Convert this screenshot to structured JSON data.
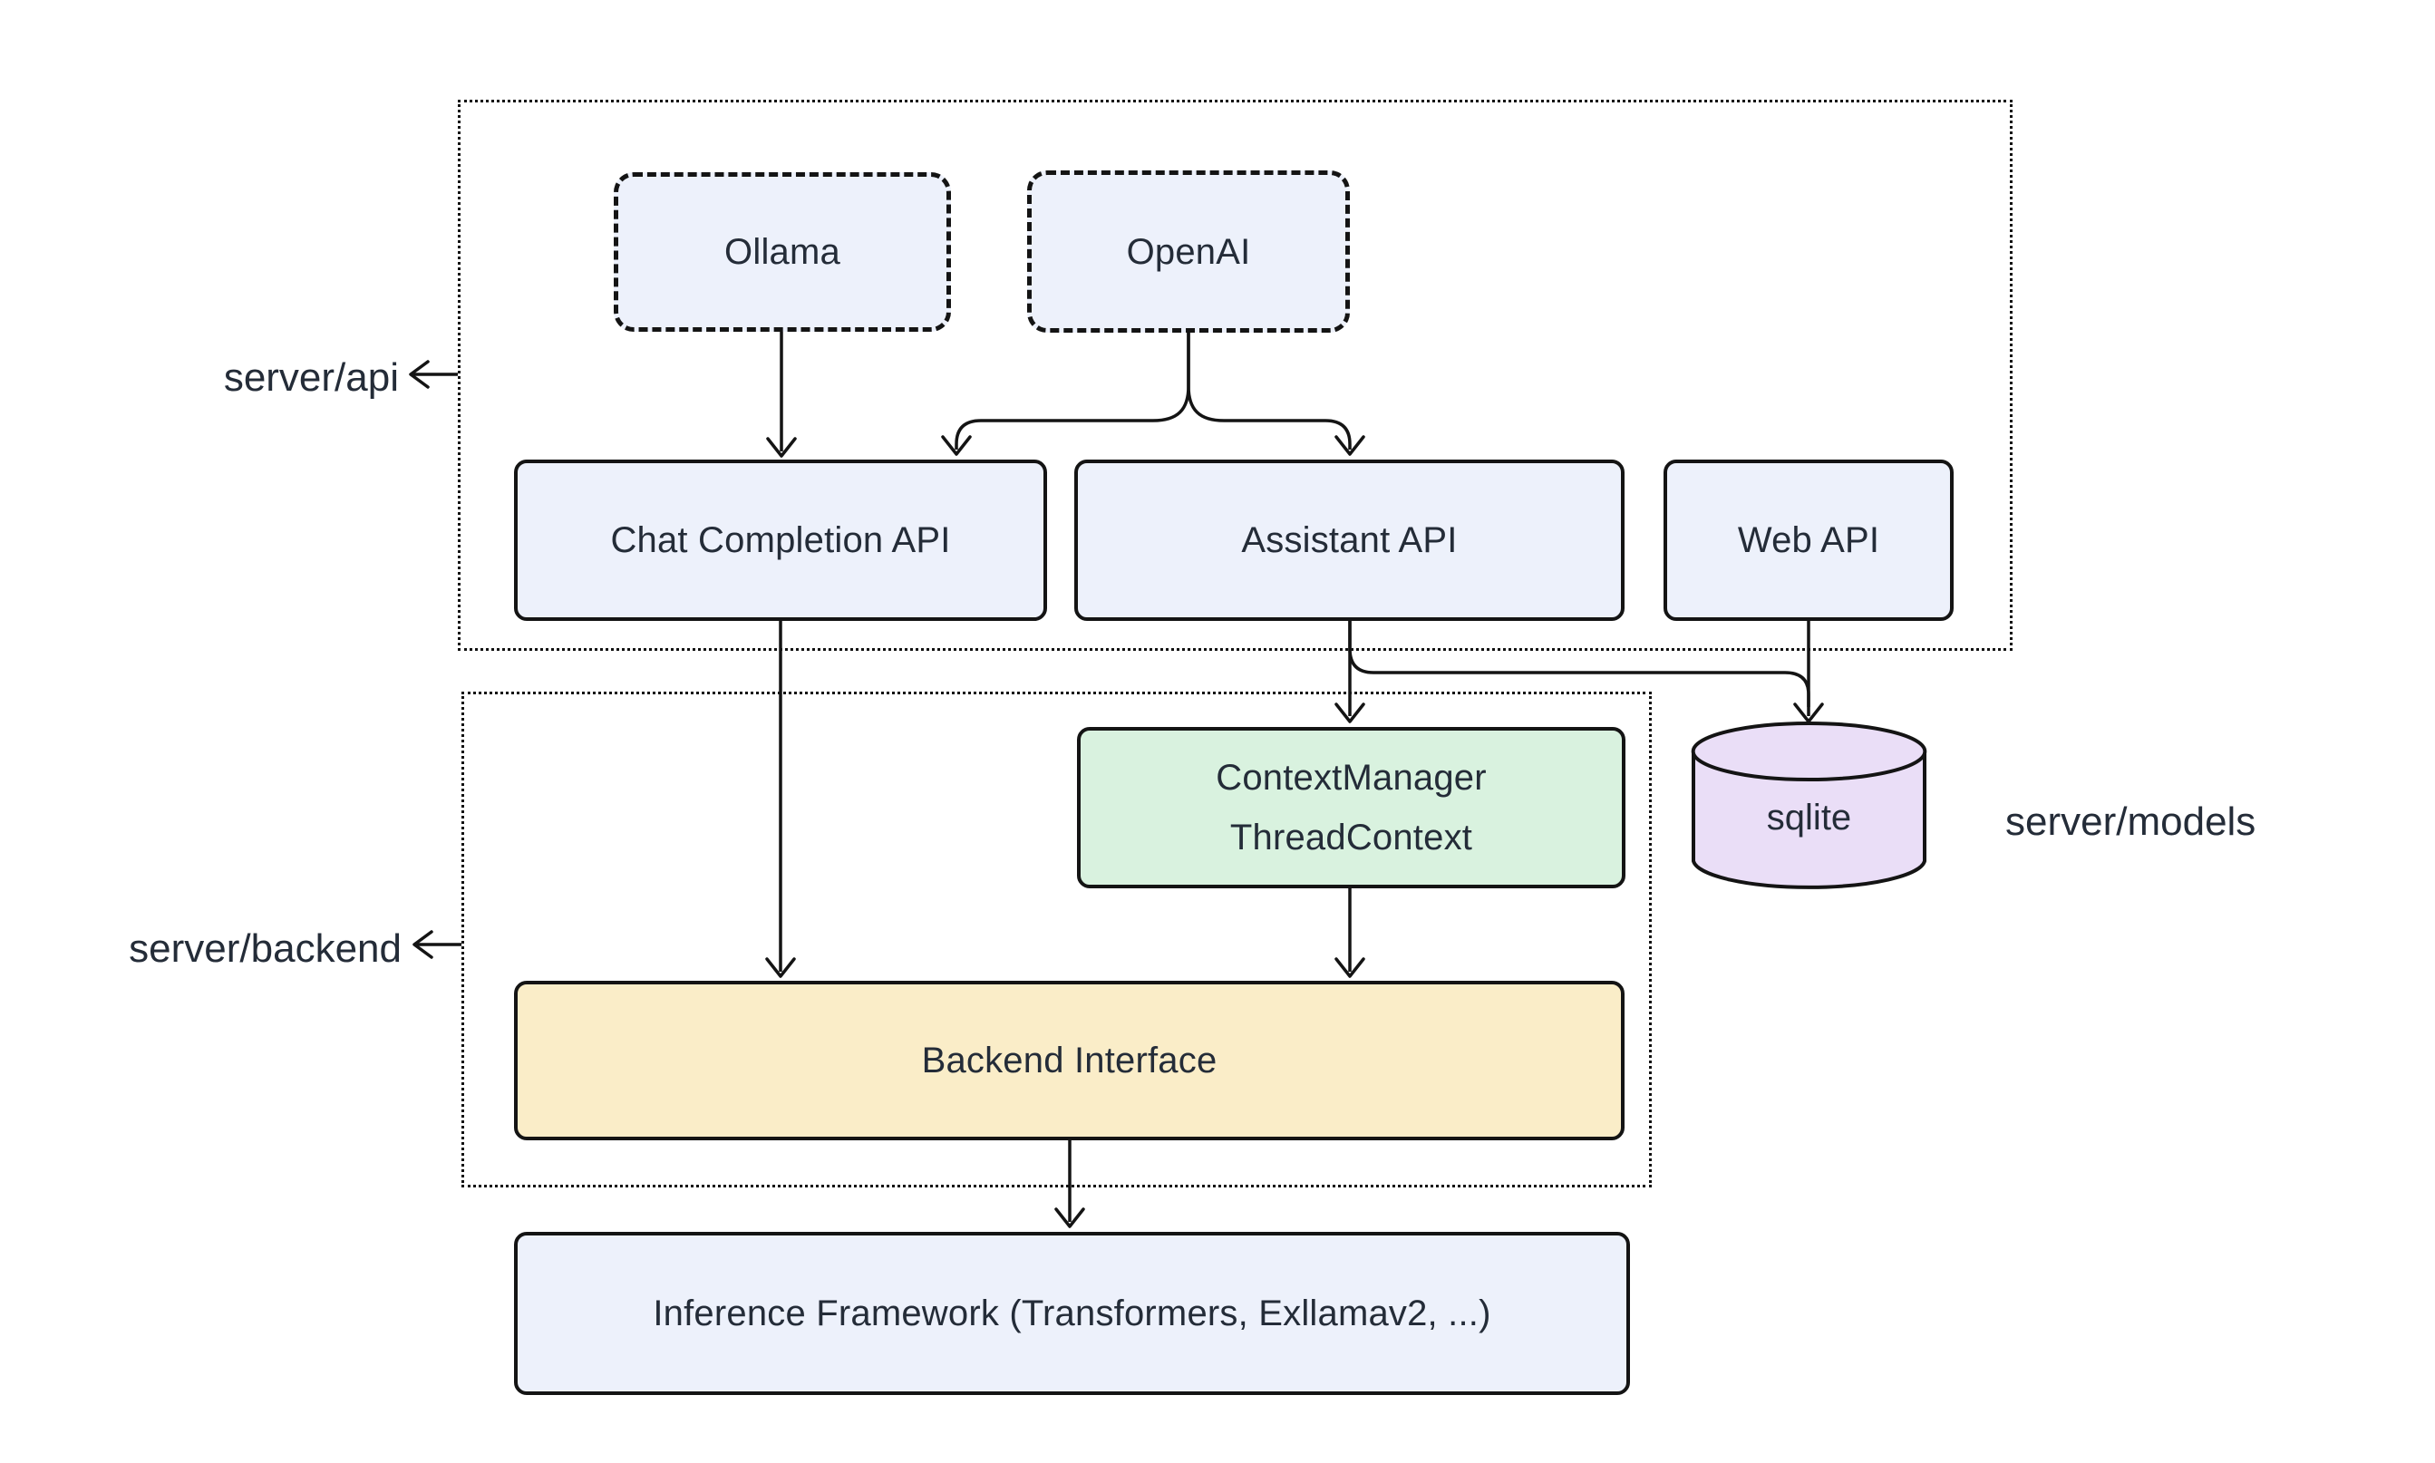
{
  "diagram": {
    "title_hint": "LLM server architecture diagram",
    "groups": {
      "server_api": {
        "label": "server/api"
      },
      "server_backend": {
        "label": "server/backend"
      }
    },
    "outside_labels": {
      "server_models": {
        "label": "server/models"
      }
    },
    "nodes": {
      "ollama": {
        "label": "Ollama",
        "style": "dashed-blue"
      },
      "openai": {
        "label": "OpenAI",
        "style": "dashed-blue"
      },
      "chat_completion_api": {
        "label": "Chat Completion API",
        "style": "blue"
      },
      "assistant_api": {
        "label": "Assistant API",
        "style": "blue"
      },
      "web_api": {
        "label": "Web API",
        "style": "blue"
      },
      "context_manager": {
        "line1": "ContextManager",
        "line2": "ThreadContext",
        "style": "green"
      },
      "sqlite": {
        "label": "sqlite",
        "style": "purple-cylinder"
      },
      "backend_interface": {
        "label": "Backend Interface",
        "style": "yellow"
      },
      "inference_framework": {
        "label": "Inference Framework (Transformers, Exllamav2, ...)",
        "style": "blue"
      }
    },
    "edges": [
      {
        "from": "ollama",
        "to": "chat_completion_api"
      },
      {
        "from": "openai",
        "to": "chat_completion_api"
      },
      {
        "from": "openai",
        "to": "assistant_api"
      },
      {
        "from": "chat_completion_api",
        "to": "backend_interface"
      },
      {
        "from": "assistant_api",
        "to": "context_manager"
      },
      {
        "from": "assistant_api",
        "to": "sqlite"
      },
      {
        "from": "web_api",
        "to": "sqlite"
      },
      {
        "from": "context_manager",
        "to": "backend_interface"
      },
      {
        "from": "backend_interface",
        "to": "inference_framework"
      }
    ],
    "colors": {
      "node_blue": "#EDF1FB",
      "node_green": "#D9F2DF",
      "node_yellow": "#FAEDC8",
      "node_purple": "#EADEF7",
      "stroke": "#141414",
      "text": "#242C38",
      "background": "#FFFFFF"
    }
  }
}
